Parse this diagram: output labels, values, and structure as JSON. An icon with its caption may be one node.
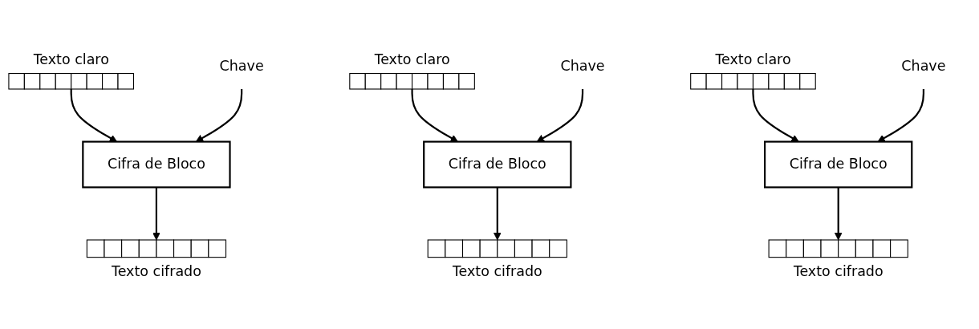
{
  "diagram": {
    "nodes": [
      {
        "text": [
          "Texto claro"
        ]
      },
      {
        "text": [
          "Chave"
        ]
      },
      {
        "text": [
          "Cifra de Bloco"
        ]
      },
      {
        "text": [
          "Texto cifrado"
        ]
      },
      {
        "text": [
          "Texto claro"
        ]
      },
      {
        "text": [
          "Chave"
        ]
      },
      {
        "text": [
          "Cifra de Bloco"
        ]
      },
      {
        "text": [
          "Texto cifrado"
        ]
      },
      {
        "text": [
          "Texto claro"
        ]
      },
      {
        "text": [
          "Chave"
        ]
      },
      {
        "text": [
          "Cifra de Bloco"
        ]
      },
      {
        "text": [
          "Texto cifrado"
        ]
      }
    ],
    "edges": [
      {
        "from": 0,
        "to": 2,
        "arrow": "to"
      },
      {
        "from": 1,
        "to": 2,
        "arrow": "to"
      },
      {
        "from": 2,
        "to": 3,
        "arrow": "to"
      },
      {
        "from": 4,
        "to": 6,
        "arrow": "to"
      },
      {
        "from": 5,
        "to": 6,
        "arrow": "to"
      },
      {
        "from": 6,
        "to": 7,
        "arrow": "to"
      },
      {
        "from": 8,
        "to": 10,
        "arrow": "to"
      },
      {
        "from": 9,
        "to": 10,
        "arrow": "to"
      },
      {
        "from": 10,
        "to": 11,
        "arrow": "to"
      }
    ]
  }
}
